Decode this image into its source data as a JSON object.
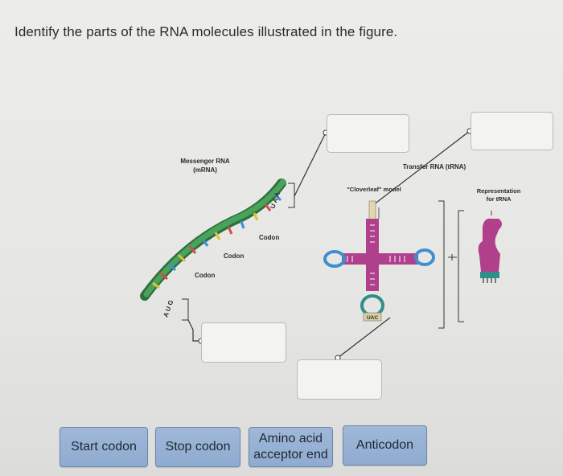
{
  "question": "Identify the parts of the RNA molecules illustrated in the figure.",
  "figure": {
    "mrna_title_line1": "Messenger RNA",
    "mrna_title_line2": "(mRNA)",
    "codon_label_1": "Codon",
    "codon_label_2": "Codon",
    "codon_label_3": "Codon",
    "start_codon_letters": "A U G",
    "stop_codon_letters": "U A A",
    "trna_title": "Transfer RNA (tRNA)",
    "cloverleaf_label": "\"Cloverleaf\" model",
    "representation_line1": "Representation",
    "representation_line2": "for tRNA",
    "anticodon_letters": "UAC"
  },
  "answer_choices": [
    {
      "label": "Start codon"
    },
    {
      "label": "Stop codon"
    },
    {
      "label_line1": "Amino acid",
      "label_line2": "acceptor end"
    },
    {
      "label": "Anticodon"
    }
  ],
  "colors": {
    "mrna_green": "#4aa35a",
    "mrna_dark": "#2f6e3d",
    "trna_magenta": "#b0408c",
    "trna_blue": "#3f8fd0",
    "trna_teal": "#2f8f8a",
    "answer_blue": "#9fb8d8"
  }
}
